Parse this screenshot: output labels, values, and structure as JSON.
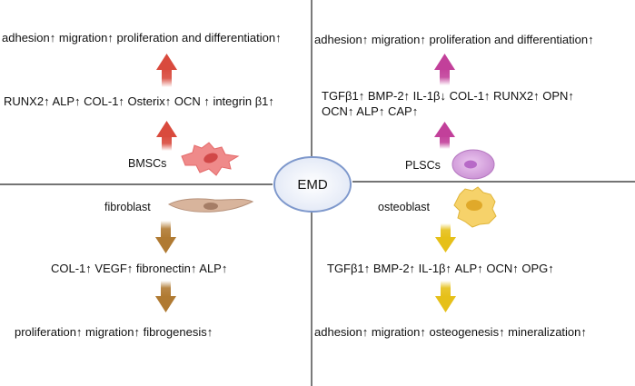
{
  "center": {
    "label": "EMD"
  },
  "quadrants": {
    "top_left": {
      "cell": "BMSCs",
      "markers": "RUNX2↑  ALP↑  COL-1↑  Osterix↑  OCN ↑  integrin β1↑",
      "effects": "adhesion↑ migration↑ proliferation and differentiation↑",
      "arrow_color": "#d94a3d",
      "cell_color": "#ef8a8a"
    },
    "top_right": {
      "cell": "PLSCs",
      "markers_line1": "TGFβ1↑ BMP-2↑ IL-1β↓ COL-1↑ RUNX2↑ OPN↑",
      "markers_line2": "OCN↑ ALP↑ CAP↑",
      "effects": "adhesion↑ migration↑ proliferation and differentiation↑",
      "arrow_color": "#c2409a",
      "cell_color": "#d9a7e0"
    },
    "bottom_left": {
      "cell": "fibroblast",
      "markers": "COL-1↑ VEGF↑ fibronectin↑ ALP↑",
      "effects": "proliferation↑  migration↑  fibrogenesis↑",
      "arrow_color": "#b07a32",
      "cell_color": "#d8b49c"
    },
    "bottom_right": {
      "cell": "osteoblast",
      "markers": "TGFβ1↑ BMP-2↑ IL-1β↑ ALP↑ OCN↑ OPG↑",
      "effects": "adhesion↑ migration↑ osteogenesis↑ mineralization↑",
      "arrow_color": "#e6c019",
      "cell_color": "#f6d26a"
    }
  }
}
